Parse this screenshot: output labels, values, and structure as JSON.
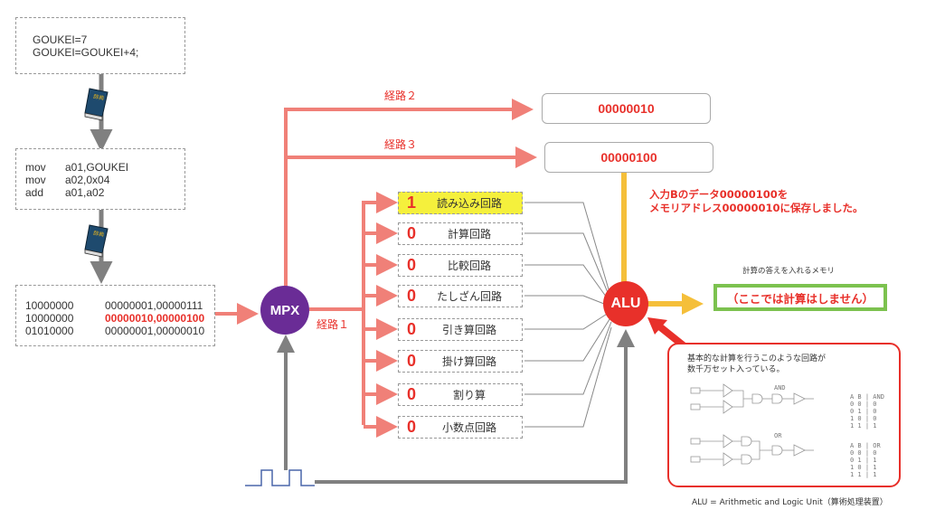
{
  "source_code": {
    "lines": [
      "GOUKEI=7",
      "GOUKEI=GOUKEI+4;"
    ]
  },
  "assembly": {
    "rows": [
      {
        "op": "mov",
        "args": "a01,GOUKEI"
      },
      {
        "op": "mov",
        "args": "a02,0x04"
      },
      {
        "op": "add",
        "args": "a01,a02"
      }
    ]
  },
  "machine_code": {
    "rows": [
      {
        "opcode": "10000000",
        "operands": "00000001,00000111",
        "highlight": false
      },
      {
        "opcode": "10000000",
        "operands": "00000010,00000100",
        "highlight": true
      },
      {
        "opcode": "01010000",
        "operands": "00000001,00000010",
        "highlight": false
      }
    ]
  },
  "icons": {
    "compiler_book_1": "dictionary-book-icon",
    "compiler_book_2": "dictionary-book-icon",
    "clock": "clock-pulse-icon"
  },
  "paths": {
    "path1": "経路１",
    "path2": "経路２",
    "path3": "経路３"
  },
  "nodes": {
    "mpx": "MPX",
    "alu": "ALU"
  },
  "registers": {
    "address": "00000010",
    "data": "00000100"
  },
  "circuits": [
    {
      "bit": "1",
      "name": "読み込み回路",
      "active": true
    },
    {
      "bit": "0",
      "name": "計算回路",
      "active": false
    },
    {
      "bit": "0",
      "name": "比較回路",
      "active": false
    },
    {
      "bit": "0",
      "name": "たしざん回路",
      "active": false
    },
    {
      "bit": "0",
      "name": "引き算回路",
      "active": false
    },
    {
      "bit": "0",
      "name": "掛け算回路",
      "active": false
    },
    {
      "bit": "0",
      "name": "割り算",
      "active": false
    },
    {
      "bit": "0",
      "name": "小数点回路",
      "active": false
    }
  ],
  "note": {
    "line1": "入力Bのデータ00000100を",
    "line2": "メモリアドレス00000010に保存しました。"
  },
  "result_memory": {
    "caption": "計算の答えを入れるメモリ",
    "value": "（ここでは計算はしません）"
  },
  "info": {
    "line1": "基本的な計算を行うこのような回路が",
    "line2": "数千万セット入っている。",
    "and_label": "AND",
    "or_label": "OR",
    "and_truth": "A B | AND\n0 0 | 0\n0 1 | 0\n1 0 | 0\n1 1 | 1",
    "or_truth": "A B | OR\n0 0 | 0\n0 1 | 1\n1 0 | 1\n1 1 | 1"
  },
  "footnote": "ALU = Arithmetic and Logic Unit（算術処理装置）",
  "colors": {
    "path_arrow": "#f08078",
    "alu": "#e8302a",
    "mpx": "#6a2c96",
    "alu_output": "#f5bf3a",
    "result_border": "#7cc24f",
    "highlight": "#f5f03c",
    "clock_wave": "#4a66aa",
    "gray_arrow": "#808080"
  }
}
